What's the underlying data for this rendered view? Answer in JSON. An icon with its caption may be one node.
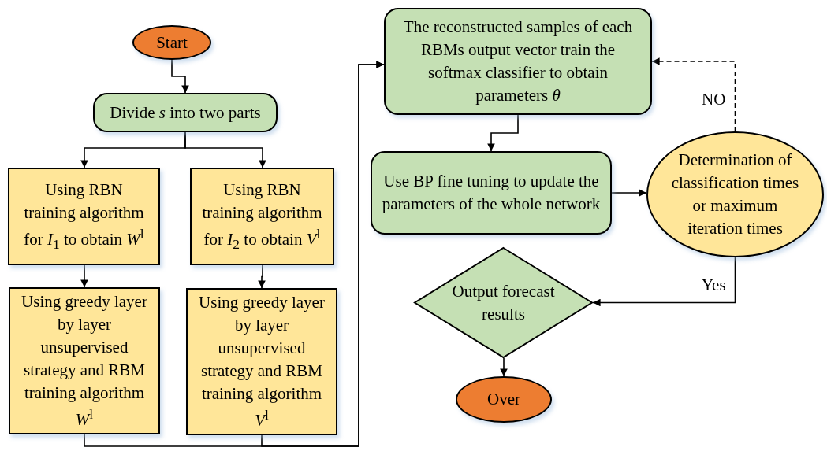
{
  "diagram": {
    "nodes": [
      {
        "text": [
          "Start"
        ]
      },
      {
        "text": [
          "Divide *s* into two parts"
        ]
      },
      {
        "text": [
          "Using RBN training algorithm for *I*$_{1}$ to obtain *W*$^{l}$"
        ]
      },
      {
        "text": [
          "Using RBN training algorithm for *I*$_{2}$ to obtain *V*$^{l}$"
        ]
      },
      {
        "text": [
          "Using greedy layer by layer unsupervised strategy and RBM training algorithm *W*$^{l}$"
        ]
      },
      {
        "text": [
          "Using greedy layer by layer unsupervised strategy and RBM training algorithm *V*$^{l}$"
        ]
      },
      {
        "text": [
          "The reconstructed samples of each RBMs output vector train the softmax classifier to obtain parameters *θ*"
        ]
      },
      {
        "text": [
          "Use BP fine tuning to update the parameters of the whole network"
        ]
      },
      {
        "text": [
          "Determination of classification times or maximum iteration times"
        ]
      },
      {
        "text": [
          "Output forecast results"
        ]
      },
      {
        "text": [
          "Over"
        ]
      }
    ],
    "edges": [
      {
        "from": 0,
        "to": 1,
        "arrow": "to"
      },
      {
        "from": 1,
        "to": 2,
        "arrow": "to"
      },
      {
        "from": 1,
        "to": 3,
        "arrow": "to"
      },
      {
        "from": 2,
        "to": 4,
        "arrow": "to"
      },
      {
        "from": 3,
        "to": 5,
        "arrow": "to"
      },
      {
        "from": 4,
        "to": 6,
        "arrow": "to"
      },
      {
        "from": 5,
        "to": 6,
        "arrow": "to"
      },
      {
        "from": 6,
        "to": 7,
        "arrow": "to"
      },
      {
        "from": 7,
        "to": 8,
        "arrow": "to"
      },
      {
        "from": 8,
        "to": 6,
        "arrow": "to",
        "label": "NO",
        "style": "dashed"
      },
      {
        "from": 8,
        "to": 9,
        "arrow": "to",
        "label": "Yes"
      },
      {
        "from": 9,
        "to": 10,
        "arrow": "to"
      }
    ]
  }
}
